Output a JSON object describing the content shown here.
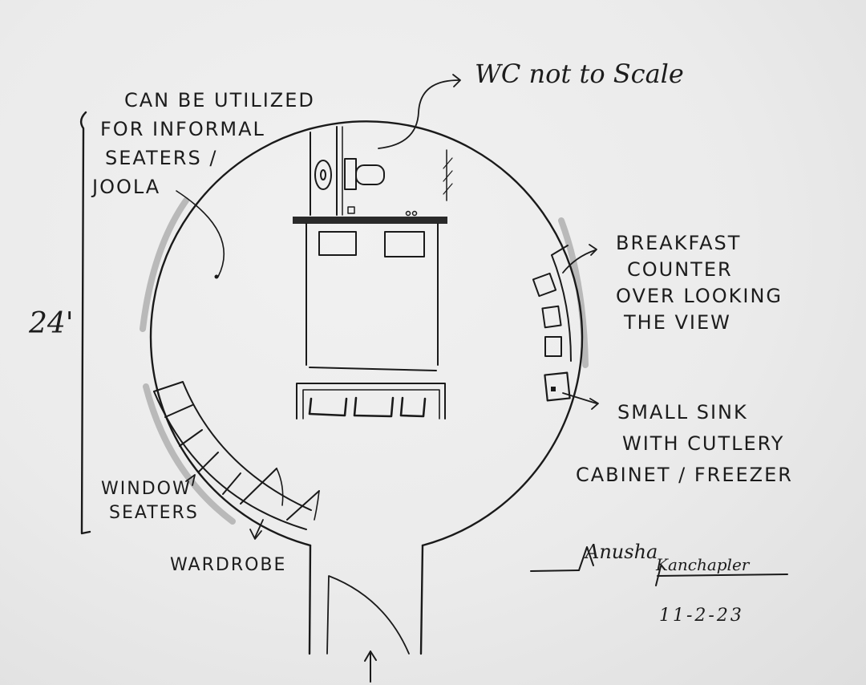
{
  "annotations": {
    "informal_seating": [
      "CAN BE UTILIZED",
      "FOR INFORMAL",
      "SEATERS /",
      "JOOLA"
    ],
    "wc_note": "WC not to Scale",
    "breakfast_counter": [
      "BREAKFAST",
      "COUNTER",
      "OVER LOOKING",
      "THE VIEW"
    ],
    "small_sink": [
      "SMALL SINK",
      "WITH CUTLERY",
      "CABINET / FREEZER"
    ],
    "window_seaters": [
      "WINDOW",
      "SEATERS"
    ],
    "wardrobe": "WARDROBE"
  },
  "dimension": {
    "label": "24'"
  },
  "signature": {
    "first": "Anusha",
    "last": "Kanchapler",
    "date": "11-2-23"
  }
}
